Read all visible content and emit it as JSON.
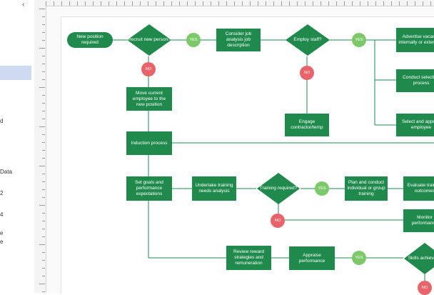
{
  "colors": {
    "shape_fill": "#1f8a4c",
    "yes_badge": "#7cc96a",
    "no_badge": "#e8636a",
    "connector": "#1f8a4c",
    "selection": "#cfd9f0"
  },
  "left_panel": {
    "collapse_icon": "chevron-left-icon",
    "collapse_glyph": "‹",
    "items": [
      "d",
      "Data",
      "2",
      "4",
      "e",
      "e"
    ]
  },
  "flowchart": {
    "new_position": "New position required",
    "recruit": "Recruit new person?",
    "job_analysis": "Consider job analysis job description",
    "employ_staff": "Employ staff?",
    "advertise": "Advertise vacancy internally or externally",
    "move_employee": "Move current employee to the new position",
    "engage_contractor": "Engage contractor/temp",
    "conduct_selection": "Conduct selection process",
    "select_appoint": "Select and appoint employee",
    "induction": "Induction process",
    "set_goals": "Set goals and performance expectations",
    "training_needs": "Undertake training needs analysis",
    "training_required": "Training required?",
    "plan_training": "Plan and conduct individual or group training",
    "evaluate": "Evaluate training outcomes",
    "monitor": "Monitor performance",
    "review_reward": "Review reward strategies and remuneration",
    "appraise": "Appraise performance",
    "skills": "Skills achieved?",
    "yes": "YES",
    "no": "NO"
  }
}
